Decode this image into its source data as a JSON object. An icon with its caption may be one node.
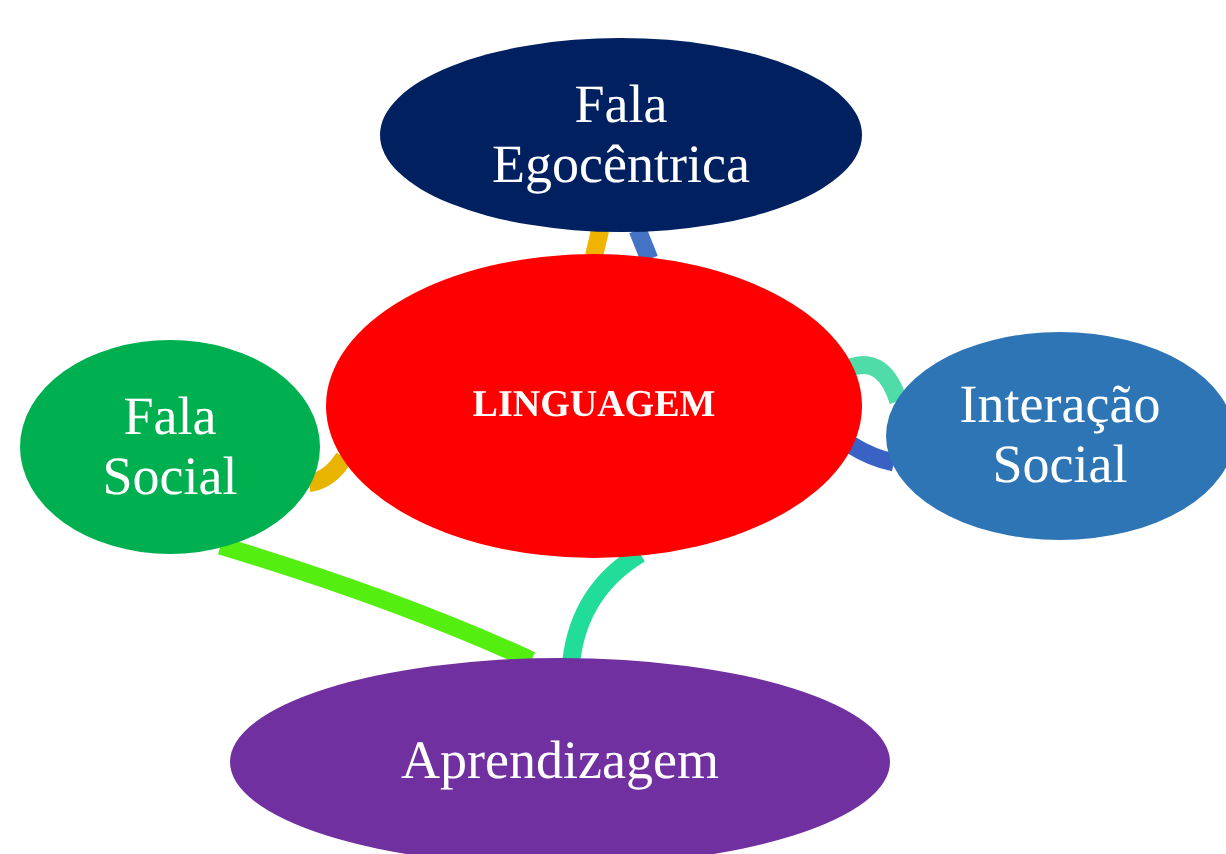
{
  "diagram": {
    "nodes": [
      {
        "text": [
          "Fala Egocêntrica"
        ]
      },
      {
        "text": [
          "Fala Social"
        ]
      },
      {
        "text": [
          "LINGUAGEM"
        ]
      },
      {
        "text": [
          "Interação Social"
        ]
      },
      {
        "text": [
          "Aprendizagem"
        ]
      }
    ],
    "edges": [
      {
        "from": 0,
        "to": 2,
        "arrow": "none",
        "color": "#f0b400"
      },
      {
        "from": 0,
        "to": 2,
        "arrow": "none",
        "color": "#4472c4"
      },
      {
        "from": 2,
        "to": 3,
        "arrow": "none",
        "color": "#50dca8"
      },
      {
        "from": 2,
        "to": 3,
        "arrow": "none",
        "color": "#3a62c4"
      },
      {
        "from": 1,
        "to": 2,
        "arrow": "none",
        "color": "#e8b400"
      },
      {
        "from": 1,
        "to": 4,
        "arrow": "none",
        "color": "#55ee11"
      },
      {
        "from": 2,
        "to": 4,
        "arrow": "none",
        "color": "#22dd99"
      }
    ]
  }
}
